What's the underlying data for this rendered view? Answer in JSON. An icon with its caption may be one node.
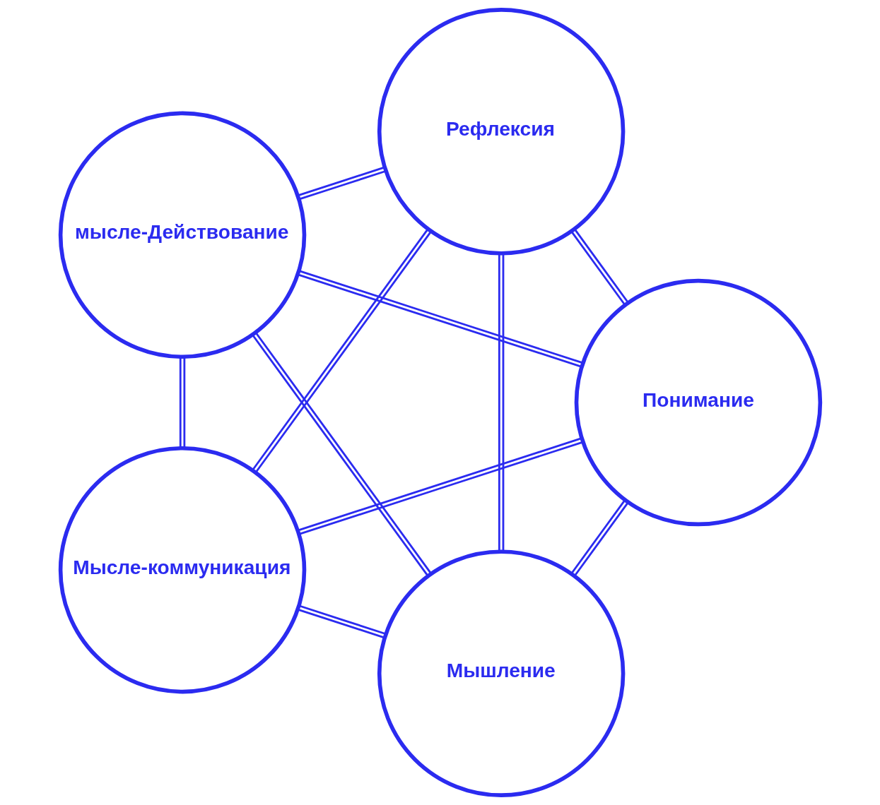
{
  "diagram": {
    "nodes": [
      {
        "text": [
          "Мышление"
        ]
      },
      {
        "text": [
          "Понимание"
        ]
      },
      {
        "text": [
          "мысле-Действование"
        ]
      },
      {
        "text": [
          "Рефлексия"
        ]
      },
      {
        "text": [
          "Мысле-коммуникация"
        ]
      }
    ],
    "edges": [
      {
        "from": 0,
        "to": 1,
        "arrow": "none"
      },
      {
        "from": 0,
        "to": 2,
        "arrow": "none"
      },
      {
        "from": 0,
        "to": 3,
        "arrow": "none"
      },
      {
        "from": 0,
        "to": 4,
        "arrow": "none"
      },
      {
        "from": 1,
        "to": 2,
        "arrow": "none"
      },
      {
        "from": 1,
        "to": 3,
        "arrow": "none"
      },
      {
        "from": 1,
        "to": 4,
        "arrow": "none"
      },
      {
        "from": 2,
        "to": 3,
        "arrow": "none"
      },
      {
        "from": 2,
        "to": 4,
        "arrow": "none"
      },
      {
        "from": 3,
        "to": 4,
        "arrow": "none"
      }
    ]
  }
}
